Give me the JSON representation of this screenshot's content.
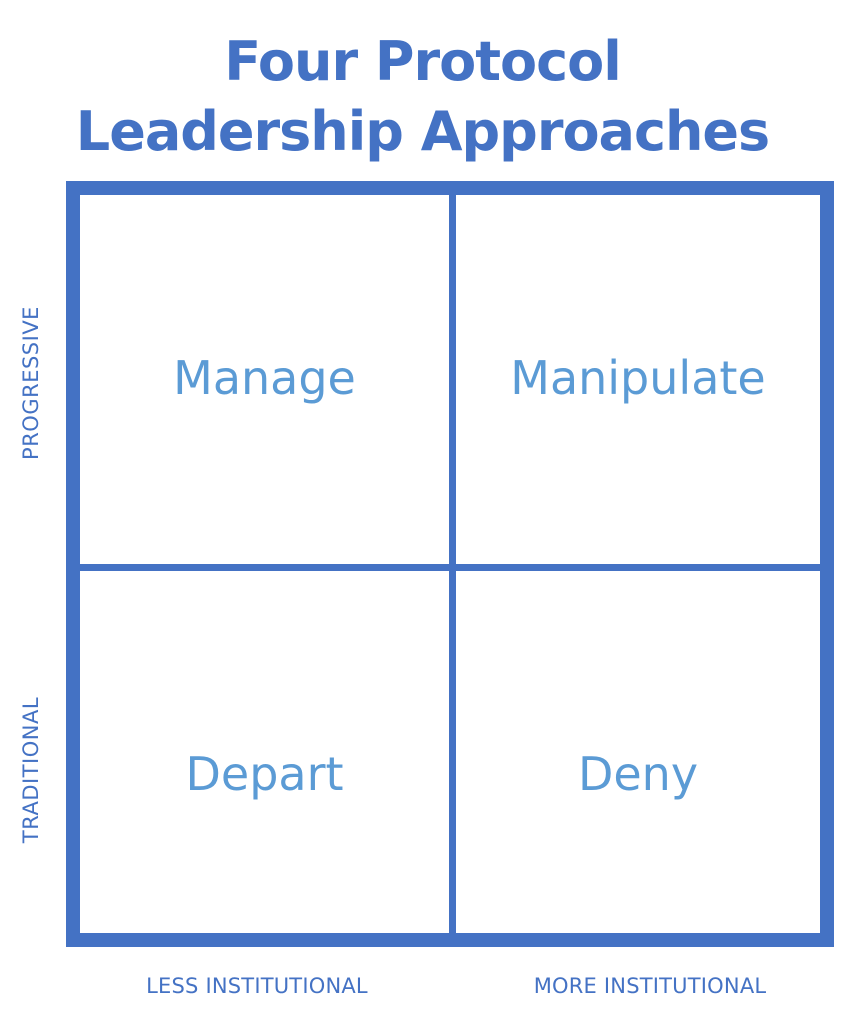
{
  "title": {
    "line1": "Four Protocol",
    "line2": "Leadership Approaches"
  },
  "quadrants": {
    "top_left": "Manage",
    "top_right": "Manipulate",
    "bottom_left": "Depart",
    "bottom_right": "Deny"
  },
  "axes": {
    "y_top": "PROGRESSIVE",
    "y_bottom": "TRADITIONAL",
    "x_left": "LESS INSTITUTIONAL",
    "x_right": "MORE INSTITUTIONAL"
  },
  "colors": {
    "frame": "#4472c4",
    "quadrant_text": "#5b9bd5",
    "axis_text": "#4472c4"
  }
}
